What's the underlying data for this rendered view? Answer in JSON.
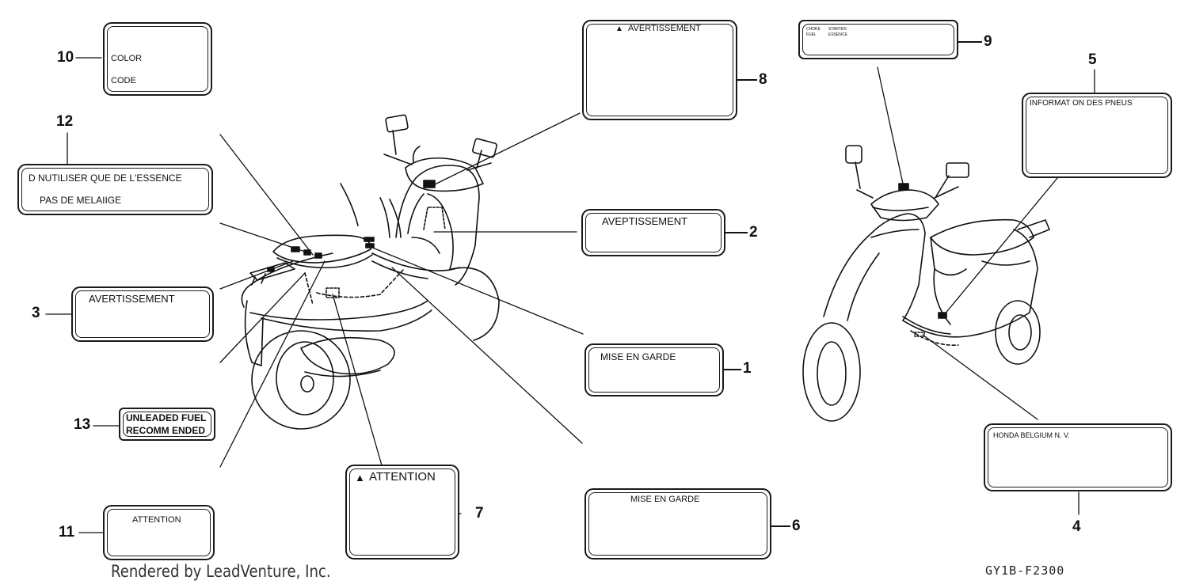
{
  "callouts": [
    {
      "number": "10",
      "lines": [
        "COLOR",
        "CODE"
      ]
    },
    {
      "number": "12",
      "lines": [
        "D NUTILISER QUE DE L'ESSENCE",
        "PAS DE MELAIIGE"
      ]
    },
    {
      "number": "3",
      "lines": [
        "AVERTISSEMENT"
      ]
    },
    {
      "number": "13",
      "lines": [
        "UNLEADED FUEL",
        "RECOMM ENDED"
      ]
    },
    {
      "number": "11",
      "lines": [
        "ATTENTION"
      ]
    },
    {
      "number": "7",
      "lines": [
        "ATTENTION"
      ],
      "warning_icon": "warning-triangle-icon"
    },
    {
      "number": "8",
      "lines": [
        "AVERTISSEMENT"
      ],
      "warning_icon": "warning-triangle-icon"
    },
    {
      "number": "2",
      "lines": [
        "AVEPTISSEMENT"
      ]
    },
    {
      "number": "1",
      "lines": [
        "MISE  EN  GARDE"
      ]
    },
    {
      "number": "6",
      "lines": [
        "MISE  EN  GARDE"
      ]
    },
    {
      "number": "9",
      "lines": [
        "CHOKE",
        "FUEL",
        "STARTER",
        "ESSENCE"
      ]
    },
    {
      "number": "5",
      "lines": [
        "INFORMAT ON  DES  PNEUS"
      ]
    },
    {
      "number": "4",
      "lines": [
        "HONDA  BELGIUM  N. V."
      ]
    }
  ],
  "footer": "Rendered by LeadVenture, Inc.",
  "diagram_code": "GY1B-F2300",
  "colors": {
    "ink": "#111111",
    "background": "#ffffff"
  }
}
